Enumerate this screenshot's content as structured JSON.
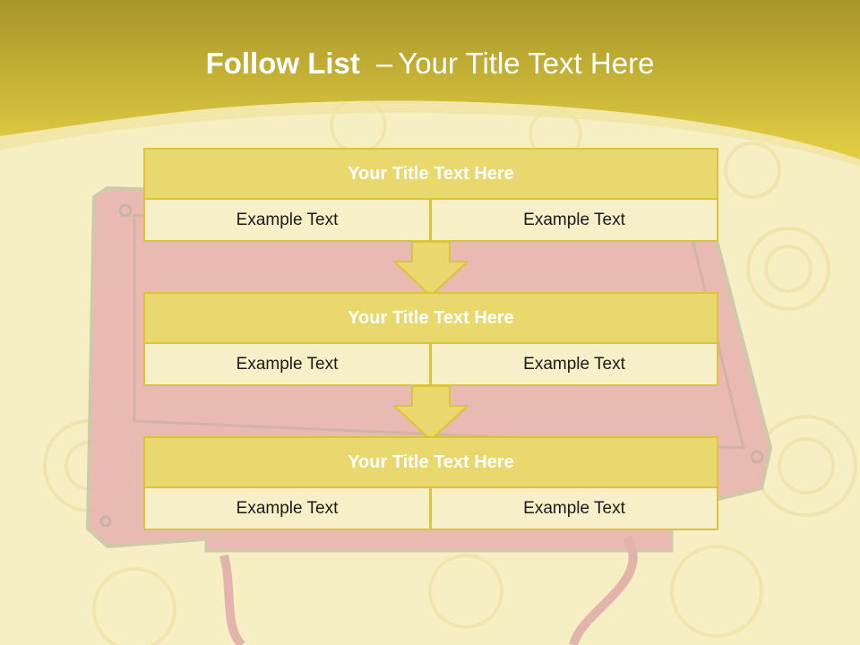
{
  "title": {
    "bold": "Follow List",
    "separator": "–",
    "rest": "Your Title Text Here"
  },
  "blocks": [
    {
      "heading": "Your Title Text Here",
      "left": "Example Text",
      "right": "Example Text"
    },
    {
      "heading": "Your Title Text Here",
      "left": "Example Text",
      "right": "Example Text"
    },
    {
      "heading": "Your Title Text Here",
      "left": "Example Text",
      "right": "Example Text"
    }
  ],
  "colors": {
    "header_band": "#d9c63a",
    "background": "#f7efc4",
    "block_heading": "#e8d86d",
    "block_cell": "#f6efc8",
    "border": "#dcc43a",
    "arrow": "#e8d86d",
    "cassette": "#e8b8b0"
  },
  "decoration": "cassette-tape-illustration"
}
